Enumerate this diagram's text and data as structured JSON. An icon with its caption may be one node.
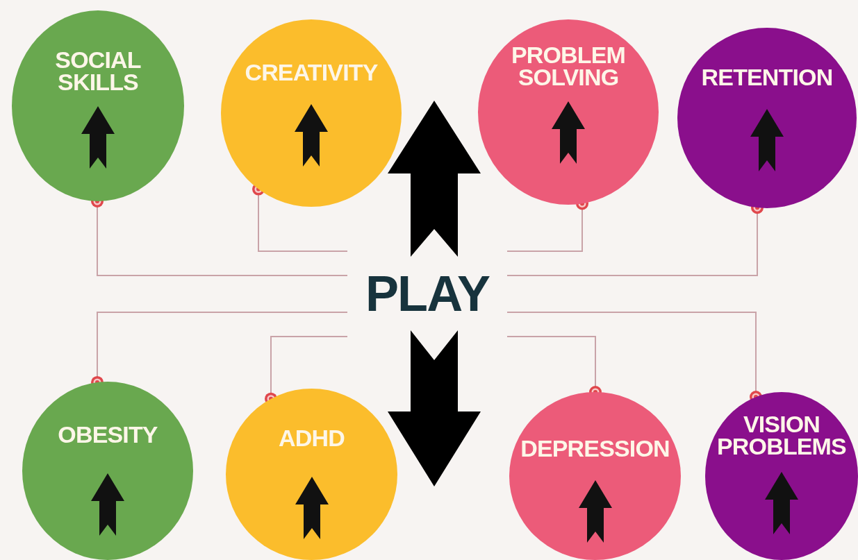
{
  "diagram": {
    "nodes": [
      {
        "text": [
          "SOCIAL SKILLS"
        ]
      },
      {
        "text": [
          "CREATIVITY"
        ]
      },
      {
        "text": [
          "PROBLEM SOLVING"
        ]
      },
      {
        "text": [
          "RETENTION"
        ]
      },
      {
        "text": [
          "PLAY"
        ]
      },
      {
        "text": [
          "OBESITY"
        ]
      },
      {
        "text": [
          "ADHD"
        ]
      },
      {
        "text": [
          "DEPRESSION"
        ]
      },
      {
        "text": [
          "VISION PROBLEMS"
        ]
      }
    ],
    "edges": [
      {
        "from": 4,
        "to": 0,
        "arrow": "other"
      },
      {
        "from": 4,
        "to": 1,
        "arrow": "other"
      },
      {
        "from": 4,
        "to": 2,
        "arrow": "other"
      },
      {
        "from": 4,
        "to": 3,
        "arrow": "other"
      },
      {
        "from": 4,
        "to": 5,
        "arrow": "other"
      },
      {
        "from": 4,
        "to": 6,
        "arrow": "other"
      },
      {
        "from": 4,
        "to": 7,
        "arrow": "other"
      },
      {
        "from": 4,
        "to": 8,
        "arrow": "other"
      },
      {
        "from": 4,
        "to": null,
        "arrow": "to"
      },
      {
        "from": 4,
        "to": null,
        "arrow": "to"
      }
    ]
  }
}
